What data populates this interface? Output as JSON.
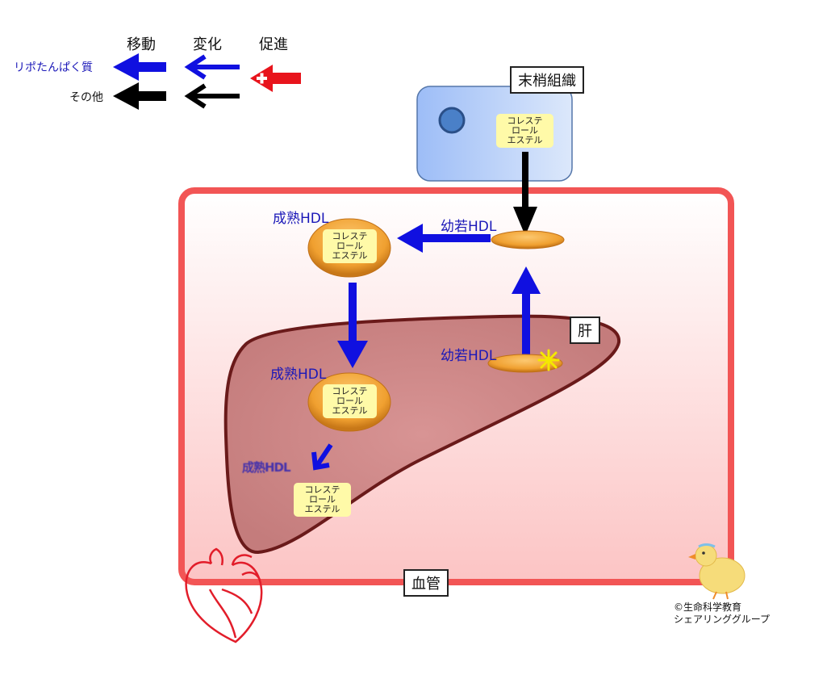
{
  "legend": {
    "col_move": "移動",
    "col_change": "変化",
    "col_promote": "促進",
    "row_lipoprotein": "リポたんぱく質",
    "row_other": "その他"
  },
  "labels": {
    "peripheral_tissue": "末梢組織",
    "liver": "肝",
    "blood_vessel": "血管",
    "mature_hdl_top": "成熟HDL",
    "mature_hdl_mid": "成熟HDL",
    "mature_hdl_faded": "成熟HDL",
    "young_hdl_top": "幼若HDL",
    "young_hdl_liver": "幼若HDL",
    "cholesterol_ester": "コレステ\nロール\nエステル"
  },
  "credit": {
    "line1": "©生命科学教育",
    "line2": "シェアリンググループ"
  },
  "colors": {
    "lipoprotein_arrow": "#1010e0",
    "other_arrow": "#000000",
    "promote_arrow": "#e8141c",
    "vessel_border": "#f25555",
    "liver_fill": "#d08888",
    "hdl_orange": "#f0a030",
    "cholesterol_box": "#fffaa8",
    "label_blue": "#1a17b8"
  }
}
